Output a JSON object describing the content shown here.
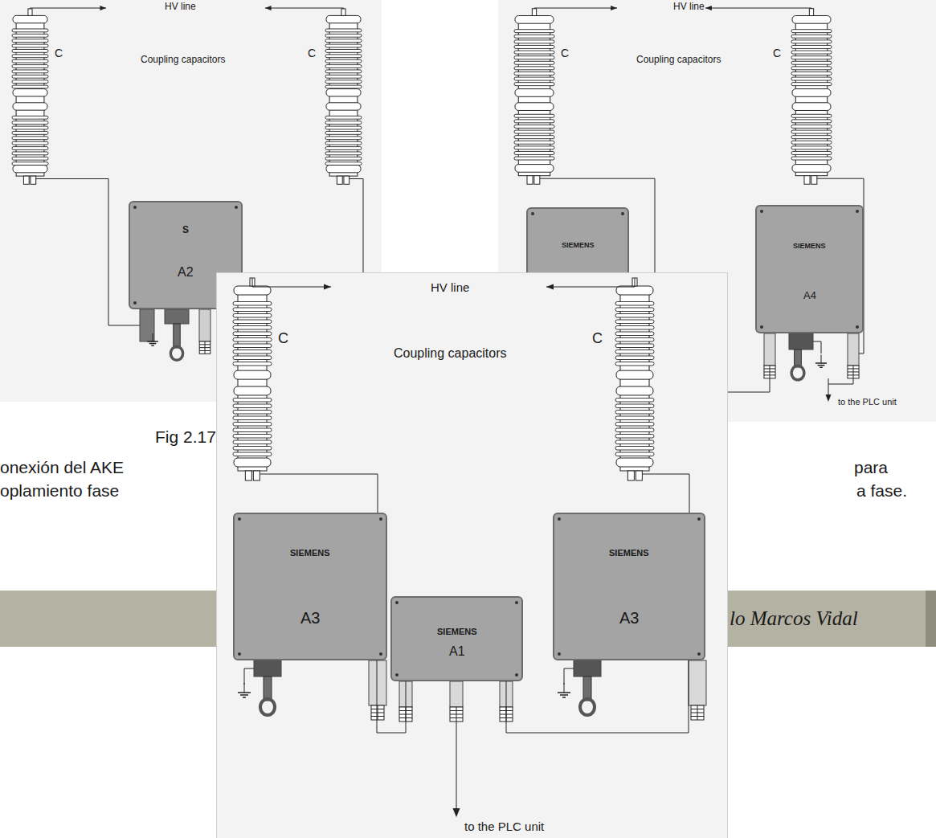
{
  "diagram": {
    "nodes": [
      {
        "text": [
          "S",
          "A2"
        ]
      },
      {
        "text": [
          "SIEMENS"
        ]
      },
      {
        "text": [
          "SIEMENS",
          "A4"
        ]
      },
      {
        "text": [
          "SIEMENS",
          "A3"
        ]
      },
      {
        "text": [
          "SIEMENS",
          "A1"
        ]
      },
      {
        "text": [
          "SIEMENS",
          "A3"
        ]
      }
    ],
    "edges": [
      {
        "from": 3,
        "to": 4,
        "arrow": "none"
      },
      {
        "from": 4,
        "to": 5,
        "arrow": "none"
      }
    ],
    "labels": [
      "HV line",
      "Coupling capacitors",
      "C",
      "C",
      "HV line",
      "Coupling capacitors",
      "C",
      "C",
      "to the PLC unit",
      "HV line",
      "Coupling capacitors",
      "C",
      "C",
      "to the PLC unit",
      "Fig 2.17",
      "onexión del AKE",
      "oplamiento fase",
      "para",
      "a fase.",
      "lo Marcos Vidal"
    ]
  }
}
